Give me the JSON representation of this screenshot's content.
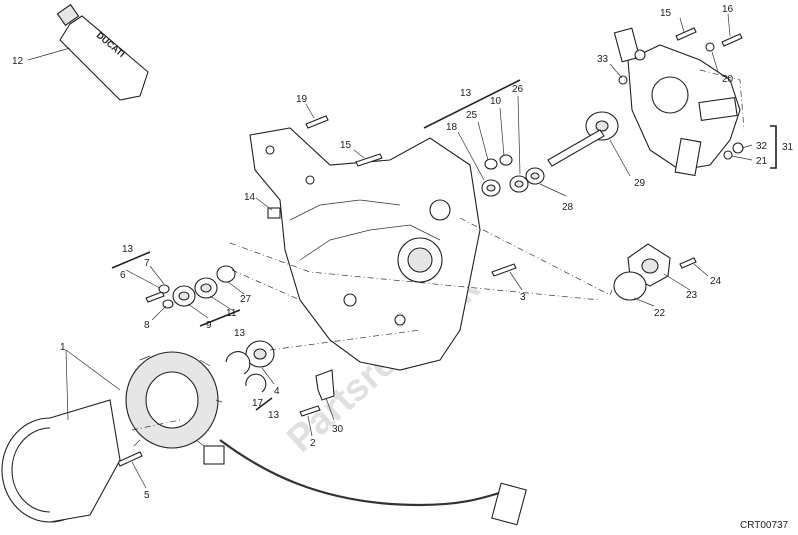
{
  "diagram": {
    "watermark": "Partsrepublik",
    "drawing_code": "CRT00737",
    "tube_brand": "DUCATI",
    "callouts": [
      {
        "id": "c12a",
        "text": "12"
      },
      {
        "id": "c15a",
        "text": "15"
      },
      {
        "id": "c16",
        "text": "16"
      },
      {
        "id": "c33",
        "text": "33"
      },
      {
        "id": "c20",
        "text": "20"
      },
      {
        "id": "c19",
        "text": "19"
      },
      {
        "id": "c13a",
        "text": "13"
      },
      {
        "id": "c25",
        "text": "25"
      },
      {
        "id": "c10",
        "text": "10"
      },
      {
        "id": "c26",
        "text": "26"
      },
      {
        "id": "c18",
        "text": "18"
      },
      {
        "id": "c15b",
        "text": "15"
      },
      {
        "id": "c32",
        "text": "32"
      },
      {
        "id": "c31",
        "text": "31"
      },
      {
        "id": "c21",
        "text": "21"
      },
      {
        "id": "c29",
        "text": "29"
      },
      {
        "id": "c28",
        "text": "28"
      },
      {
        "id": "c14",
        "text": "14"
      },
      {
        "id": "c13b",
        "text": "13"
      },
      {
        "id": "c6",
        "text": "6"
      },
      {
        "id": "c7",
        "text": "7"
      },
      {
        "id": "c8",
        "text": "8"
      },
      {
        "id": "c9",
        "text": "9"
      },
      {
        "id": "c11",
        "text": "11"
      },
      {
        "id": "c27",
        "text": "27"
      },
      {
        "id": "c13c",
        "text": "13"
      },
      {
        "id": "c3",
        "text": "3"
      },
      {
        "id": "c24",
        "text": "24"
      },
      {
        "id": "c23",
        "text": "23"
      },
      {
        "id": "c22",
        "text": "22"
      },
      {
        "id": "c1",
        "text": "1"
      },
      {
        "id": "c4",
        "text": "4"
      },
      {
        "id": "c17",
        "text": "17"
      },
      {
        "id": "c13d",
        "text": "13"
      },
      {
        "id": "c2",
        "text": "2"
      },
      {
        "id": "c30",
        "text": "30"
      },
      {
        "id": "c5",
        "text": "5"
      }
    ]
  }
}
